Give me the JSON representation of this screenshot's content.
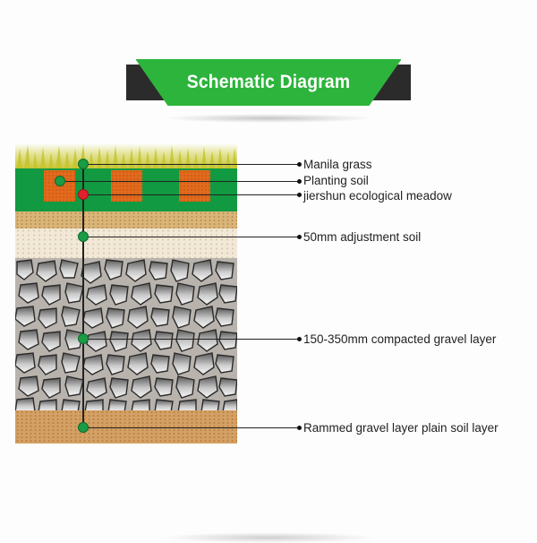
{
  "header": {
    "title": "Schematic Diagram",
    "colors": {
      "green": "#2db43c",
      "dark": "#2b2b2b",
      "text": "#ffffff"
    }
  },
  "diagram": {
    "layers": [
      {
        "id": "grass",
        "label": "Manila grass",
        "node_color": "green"
      },
      {
        "id": "planting-soil",
        "label": "Planting soil",
        "node_color": "green"
      },
      {
        "id": "meadow",
        "label": "jiershun ecological meadow",
        "node_color": "red"
      },
      {
        "id": "adjustment-soil",
        "label": "50mm adjustment soil",
        "node_color": "green"
      },
      {
        "id": "gravel",
        "label": "150-350mm compacted gravel layer",
        "node_color": "green"
      },
      {
        "id": "rammed",
        "label": "Rammed gravel layer plain soil layer",
        "node_color": "green"
      }
    ],
    "colors": {
      "meadow": "#119a41",
      "planting_soil": "#e06a1d",
      "grass": "#c8c73a",
      "sand": "#d9b57a",
      "adjustment_soil": "#f1e8d8",
      "gravel": "#b9b3ad",
      "rammed_soil": "#d3a166",
      "node_green": "#1a9b45",
      "node_red": "#e0202a"
    }
  }
}
